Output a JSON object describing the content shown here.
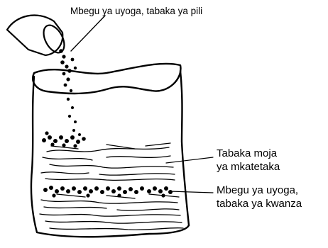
{
  "labels": {
    "top": "Mbegu ya uyoga, tabaka ya pili",
    "layer1": {
      "line1": "Tabaka moja",
      "line2": "ya mkatetaka"
    },
    "layer2": {
      "line1": "Mbegu ya uyoga,",
      "line2": "tabaka ya kwanza"
    }
  },
  "colors": {
    "ink": "#000000",
    "background": "#ffffff"
  }
}
